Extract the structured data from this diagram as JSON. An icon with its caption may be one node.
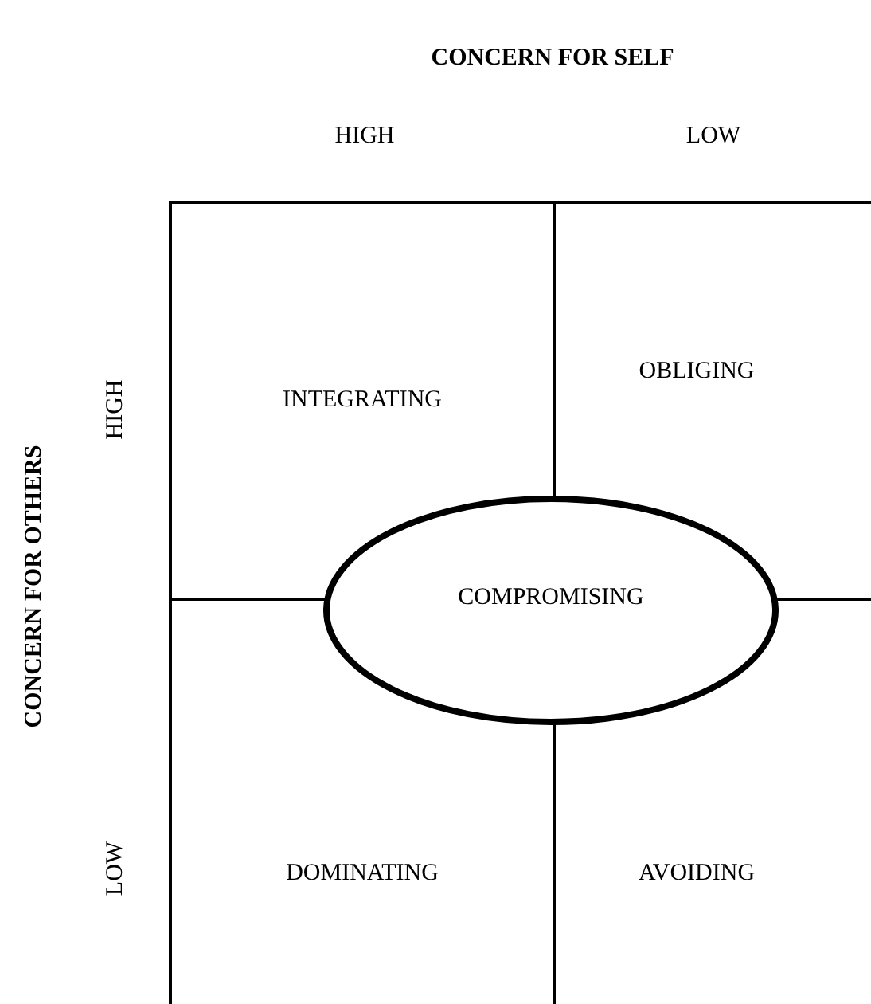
{
  "diagram": {
    "nodes": [
      {
        "text": [
          "INTEGRATING"
        ]
      },
      {
        "text": [
          "OBLIGING"
        ]
      },
      {
        "text": [
          "DOMINATING"
        ]
      },
      {
        "text": [
          "AVOIDING"
        ]
      },
      {
        "text": [
          "COMPROMISING"
        ]
      }
    ],
    "labels": [
      "CONCERN FOR SELF",
      "HIGH",
      "LOW",
      "CONCERN FOR OTHERS",
      "HIGH",
      "LOW"
    ]
  }
}
